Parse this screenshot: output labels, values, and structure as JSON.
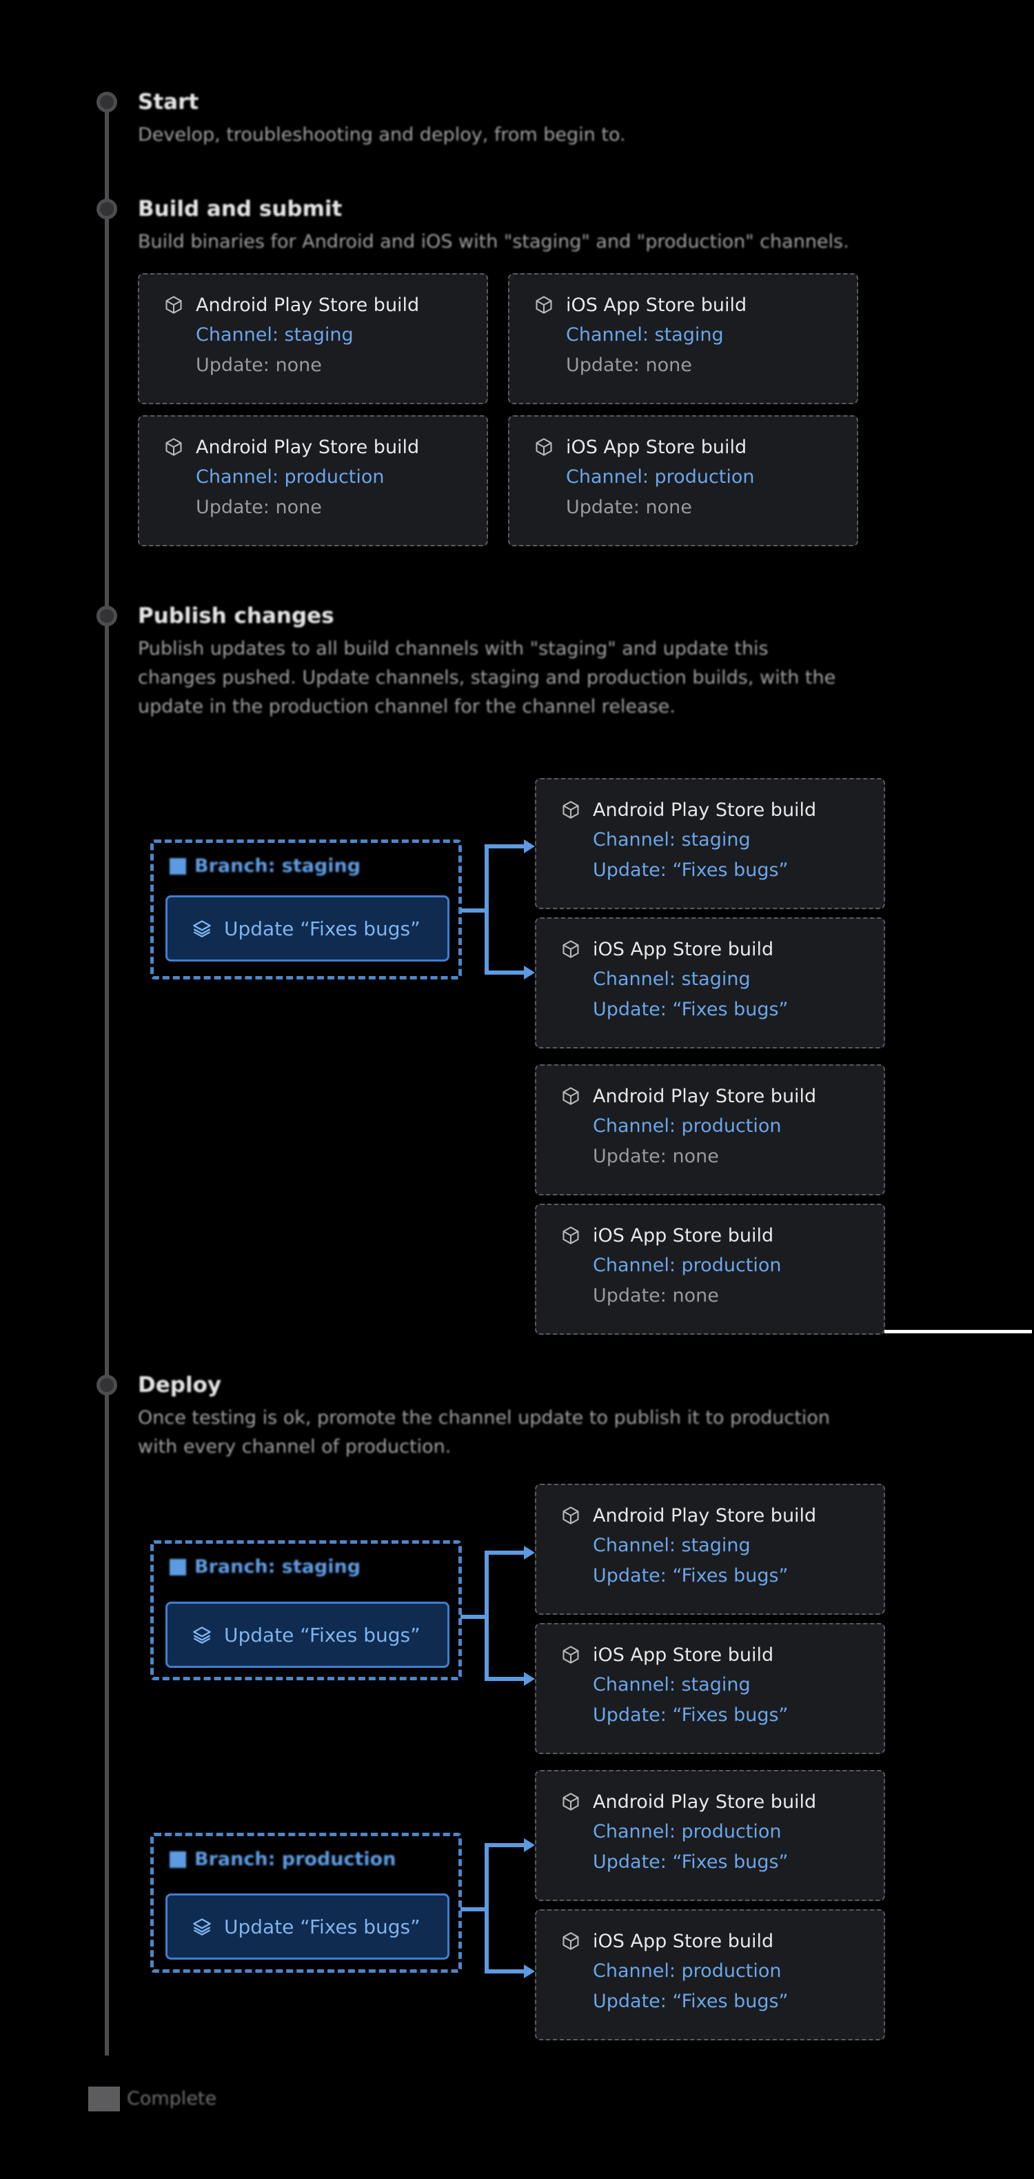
{
  "steps": [
    {
      "title": "Start",
      "desc": "Develop, troubleshooting and deploy, from begin to."
    },
    {
      "title": "Build and submit",
      "desc": "Build binaries for Android and iOS with \"staging\" and \"production\" channels."
    },
    {
      "title": "Publish changes",
      "desc": "Publish updates to all build channels with \"staging\" and update this changes pushed. Update channels, staging and production builds, with the update in the production channel for the channel release."
    },
    {
      "title": "Deploy",
      "desc": "Once testing is ok, promote the channel update to publish it to production with every channel of production."
    }
  ],
  "footer": {
    "label": "Complete"
  },
  "build_cards": [
    {
      "title": "Android Play Store build",
      "channel": "Channel: staging",
      "update": "Update: none"
    },
    {
      "title": "iOS App Store build",
      "channel": "Channel: staging",
      "update": "Update: none"
    },
    {
      "title": "Android Play Store build",
      "channel": "Channel: production",
      "update": "Update: none"
    },
    {
      "title": "iOS App Store build",
      "channel": "Channel: production",
      "update": "Update: none"
    }
  ],
  "publish": {
    "group_label": "Branch: staging",
    "button_label": "Update “Fixes bugs”",
    "cards": [
      {
        "title": "Android Play Store build",
        "channel": "Channel: staging",
        "update": "Update: “Fixes bugs”"
      },
      {
        "title": "iOS App Store build",
        "channel": "Channel: staging",
        "update": "Update: “Fixes bugs”"
      },
      {
        "title": "Android Play Store build",
        "channel": "Channel: production",
        "update": "Update: none"
      },
      {
        "title": "iOS App Store build",
        "channel": "Channel: production",
        "update": "Update: none"
      }
    ]
  },
  "deploy": {
    "group1_label": "Branch: staging",
    "group1_button": "Update “Fixes bugs”",
    "group2_label": "Branch: production",
    "group2_button": "Update “Fixes bugs”",
    "cards": [
      {
        "title": "Android Play Store build",
        "channel": "Channel: staging",
        "update": "Update: “Fixes bugs”"
      },
      {
        "title": "iOS App Store build",
        "channel": "Channel: staging",
        "update": "Update: “Fixes bugs”"
      },
      {
        "title": "Android Play Store build",
        "channel": "Channel: production",
        "update": "Update: “Fixes bugs”"
      },
      {
        "title": "iOS App Store build",
        "channel": "Channel: production",
        "update": "Update: “Fixes bugs”"
      }
    ]
  },
  "icons": {
    "card": "cube-icon",
    "button": "layers-icon",
    "flag": "flag-icon"
  },
  "colors": {
    "accent": "#6aa6ea",
    "group_border": "#4d86c9",
    "button_bg": "#0f2b4f",
    "card_bg": "#1b1c1f",
    "timeline": "#4d4d4f"
  }
}
